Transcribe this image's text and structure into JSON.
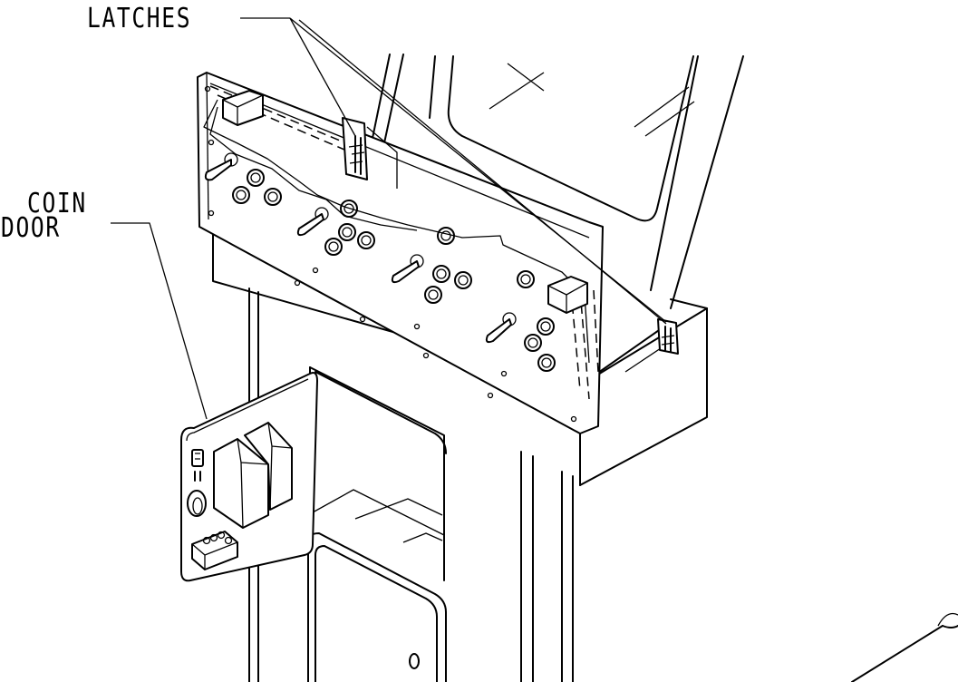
{
  "labels": {
    "latches": "LATCHES",
    "coin_door_line1": "COIN",
    "coin_door_line2": "DOOR"
  },
  "colors": {
    "line": "#000000",
    "background": "#ffffff"
  }
}
